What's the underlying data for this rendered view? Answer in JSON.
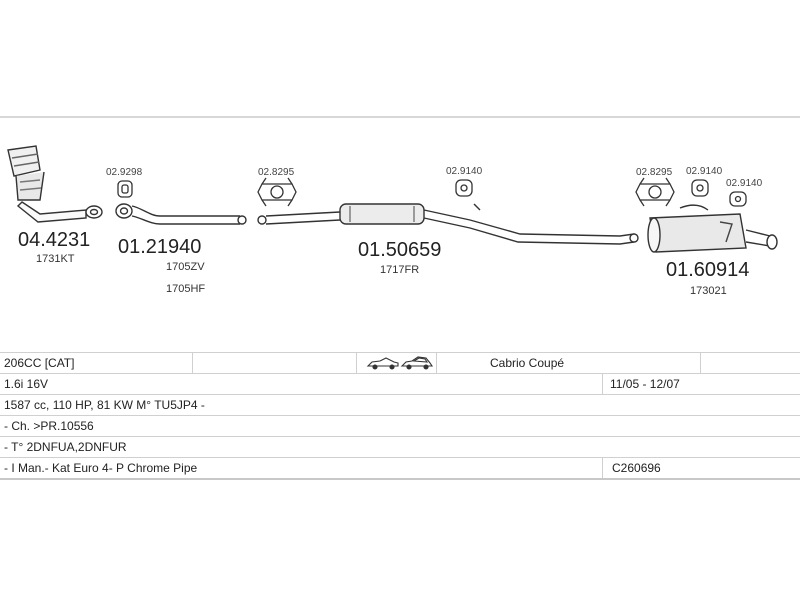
{
  "parts": {
    "catalyst": {
      "code": "04.4231",
      "ref": "1731KT"
    },
    "front_pipe": {
      "code": "01.21940",
      "ref1": "1705ZV",
      "ref2": "1705HF"
    },
    "middle_silencer": {
      "code": "01.50659",
      "ref": "1717FR"
    },
    "rear_silencer": {
      "code": "01.60914",
      "ref": "173021"
    }
  },
  "accessories": {
    "a1": "02.9298",
    "a2": "02.8295",
    "a3": "02.9140",
    "a4": "02.8295",
    "a5": "02.9140",
    "a6": "02.9140"
  },
  "vehicle": {
    "model": "206CC  [CAT]",
    "body": "Cabrio Coupé",
    "engine": "1.6i 16V",
    "years": "11/05 - 12/07",
    "specs": "1587 cc, 110 HP, 81 KW M° TU5JP4 -",
    "chassis": "- Ch. >PR.10556",
    "types": "- T° 2DNFUA,2DNFUR",
    "notes": "- I Man.- Kat Euro 4- P Chrome Pipe",
    "catalog_code": "C260696"
  }
}
